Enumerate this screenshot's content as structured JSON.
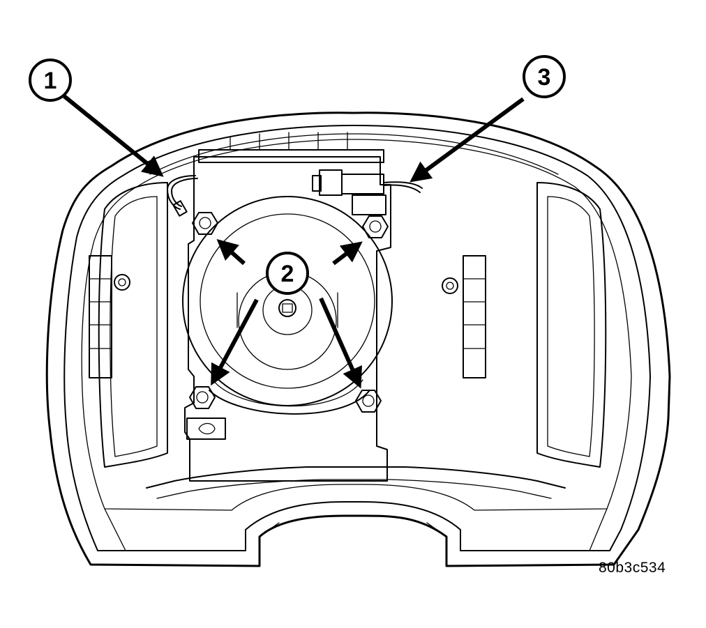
{
  "callouts": [
    {
      "id": "callout-1",
      "label": "1"
    },
    {
      "id": "callout-2",
      "label": "2"
    },
    {
      "id": "callout-3",
      "label": "3"
    }
  ],
  "figure_id": "80b3c534"
}
